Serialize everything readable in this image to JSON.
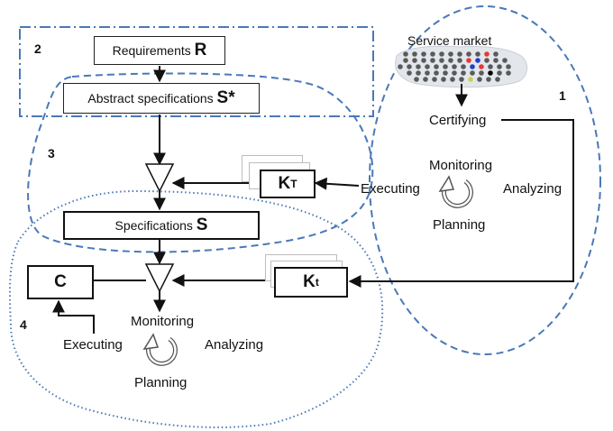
{
  "numbers": {
    "n1": "1",
    "n2": "2",
    "n3": "3",
    "n4": "4"
  },
  "market": {
    "title": "Service market",
    "certifying": "Certifying",
    "colors": {
      "dot": "#5a5a5a",
      "highlight": [
        "#e53935",
        "#1e40c8",
        "#000000",
        "#c8d24a"
      ]
    }
  },
  "requirements": {
    "text": "Requirements ",
    "symbol": "R"
  },
  "abstract_spec": {
    "text": "Abstract specifications ",
    "symbol": "S*"
  },
  "specifications": {
    "text": "Specifications ",
    "symbol": "S"
  },
  "kT": {
    "base": "K",
    "sub": "T"
  },
  "kt": {
    "base": "K",
    "sub": "t"
  },
  "c_box": "C",
  "loop_right": {
    "monitoring": "Monitoring",
    "analyzing": "Analyzing",
    "planning": "Planning",
    "executing": "Executing"
  },
  "loop_left": {
    "monitoring": "Monitoring",
    "analyzing": "Analyzing",
    "planning": "Planning",
    "executing": "Executing"
  },
  "colors": {
    "region_border": "#4a78b8",
    "arrow": "#111111"
  }
}
